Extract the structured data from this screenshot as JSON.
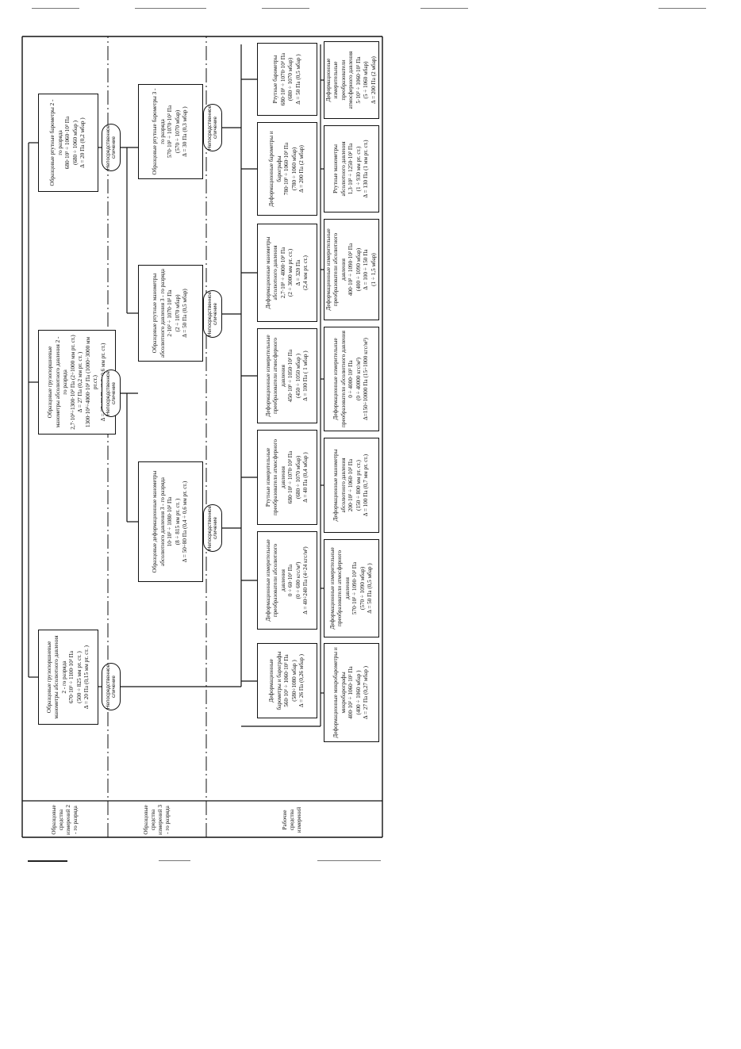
{
  "row_labels": {
    "row1": "Образцовые средства измерений 2 - го разряда",
    "row2": "Образцовые средства измерений 3 - го разряда",
    "row3": "Рабочие средства измерений"
  },
  "comparison_label": "Непосредственное сличение",
  "row1": [
    {
      "title": "Образцовые грузопоршневые манометры абсолютного давления 2 - го разряда",
      "lines": [
        "670·10² ÷ 1100·10² Па",
        "(500 ÷ 825 мм рт. ст. )",
        "Δ = 20 Па (0,15 мм рт. ст. )"
      ]
    },
    {
      "title": "Образцовые грузопоршневые манометры абсолютного давления 2 - го разряда",
      "lines": [
        "2,7·10²÷1300·10² Па (2÷1000 мм рт. ст.)",
        "Δ = 27 Па (0,2 мм рт. ст. )",
        "1300·10²÷4000·10² Па (1000÷3000 мм рт.ст.)",
        "Δ = 27÷80 Па (0,2÷0,6 мм рт. ст.)"
      ]
    },
    {
      "title": "Образцовые ртутные барометры 2 - го разряда",
      "lines": [
        "680·10² ÷ 1060·10² Па",
        "(680 ÷ 1060 мбар )",
        "Δ = 20 Па (0,2 мбар )"
      ]
    }
  ],
  "row2": [
    {
      "title": "Образцовые деформационные манометры абсолютного давления 3 - го разряда",
      "lines": [
        "10·10² ÷ 1080·10² Па",
        "(8 ÷ 815 мм рт. ст. )",
        "Δ = 50÷80 Па (0,4 ÷ 0,6 мм рт. ст.)"
      ]
    },
    {
      "title": "Образцовые ртутные манометры абсолютного давления 3 - го разряда",
      "lines": [
        "2·10² ÷ 1070·10² Па",
        "(2 ÷ 1070 мбар)",
        "Δ = 50 Па (0,5 мбар)"
      ]
    },
    {
      "title": "Образцовые ртутные барометры 3 - го разряда",
      "lines": [
        "570·10² ÷ 1070·10² Па",
        "(570 ÷ 1070 мбар)",
        "Δ = 30 Па (0,3 мбар )"
      ]
    }
  ],
  "row3_upper": [
    {
      "title": "Деформационные барометры и барографы",
      "lines": [
        "560·10² ÷ 1060·10² Па",
        "(580÷1080 мбар )",
        "Δ = 26 Па (0,26 мбар )"
      ]
    },
    {
      "title": "Деформационные измерительные преобразователи абсолютного давления",
      "lines": [
        "0 ÷ 60·10² Па",
        "(0 ÷ 600 кгс/м²)",
        "Δ = 40÷240 Па (4÷24 кгс/м²)"
      ]
    },
    {
      "title": "Ртутные измерительные преобразователи атмосферного давления",
      "lines": [
        "680·10² ÷ 1070·10² Па",
        "(680 ÷ 1070 мбар)",
        "Δ = 40 Па (0,4 мбар )"
      ]
    },
    {
      "title": "Деформационные измерительные преобразователи атмосферного давления",
      "lines": [
        "450·10² ÷ 1050·10² Па",
        "(450 ÷ 1050 мбар )",
        "Δ = 100 Па ( 1 мбар )"
      ]
    },
    {
      "title": "Деформационные манометры абсолютного давления",
      "lines": [
        "2,7·10² ÷ 4000·10² Па",
        "(2 ÷ 3000 мм рт. ст.)",
        "Δ = 320 Па",
        "(2,4 мм рт. ст.)"
      ]
    },
    {
      "title": "Деформационные барометры и барографы",
      "lines": [
        "780·10² ÷ 1060·10² Па",
        "(780 ÷ 1060 мбар)",
        "Δ = 200 Па (2 мбар)"
      ]
    },
    {
      "title": "Ртутные барометры",
      "lines": [
        "680·10² ÷ 1070·10² Па",
        "(680 ÷ 1070 мбар)",
        "Δ = 50 Па (0,5 мбар )"
      ]
    }
  ],
  "row3_lower": [
    {
      "title": "Деформационные микробарометры и микробарографы",
      "lines": [
        "400·10² ÷ 1060·10² Па",
        "(400 ÷ 1060 мбар )",
        "Δ = 27 Па (0,27 мбар )"
      ]
    },
    {
      "title": "Деформационные измерительные преобразователи атмосферного давления",
      "lines": [
        "570·10² ÷ 1090·10² Па",
        "(570 ÷ 1090 мбар)",
        "Δ = 50 Па (0,5 мбар )"
      ]
    },
    {
      "title": "Деформационные манометры абсолютного давления",
      "lines": [
        "200·10² ÷ 1060·10² Па",
        "(150 ÷ 800 мм рт. ст.)",
        "Δ = 100 Па (0,7 мм рт. ст.)"
      ]
    },
    {
      "title": "Деформационные измерительные преобразователи абсолютного давления",
      "lines": [
        "0 ÷ 4000·10² Па",
        "(0 ÷ 40000 кгс/м²)",
        "Δ=150÷10000 Па (15÷1000 кгс/м²)"
      ]
    },
    {
      "title": "Деформационные измерительные преобразователи абсолютного давления",
      "lines": [
        "400·10² ÷ 1090·10² Па",
        "(400 ÷ 1090 мбар)",
        "Δ = 100 ÷ 150 Па",
        "(1 ÷ 1,5 мбар)"
      ]
    },
    {
      "title": "Ртутные манометры абсолютного давления",
      "lines": [
        "1,3·10² ÷ 1250·10² Па",
        "(1 ÷ 930 мм рт. ст.)",
        "Δ = 130 Па (1 мм рт. ст.)"
      ]
    },
    {
      "title": "Деформационные измерительные преобразователи атмосферного давления",
      "lines": [
        "5·10² ÷ 1060·10² Па",
        "(5 ÷ 1060 мбар)",
        "Δ = 200 Па (2 мбар)"
      ]
    }
  ]
}
